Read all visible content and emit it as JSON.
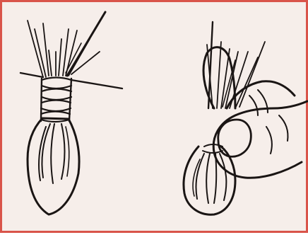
{
  "figure": {
    "panels": [
      {
        "id": "left",
        "subject": "tied-bundle"
      },
      {
        "id": "right",
        "subject": "fingers-pinching-bundle"
      }
    ],
    "colors": {
      "border": "#d9544a",
      "paper": "#f6eeea",
      "ink": "#1a1514"
    }
  }
}
